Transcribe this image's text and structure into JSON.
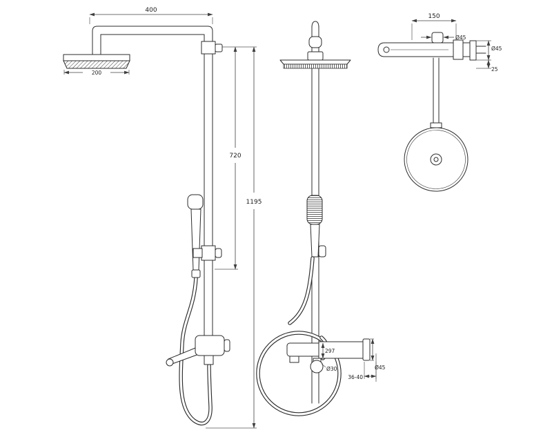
{
  "dimensions": {
    "front": {
      "arm_length": "400",
      "head_width": "200",
      "upper_column_height": "720",
      "total_height": "1195"
    },
    "side": {
      "spout_height": "297",
      "pipe_diameter": "Ø30",
      "wall_clearance": "36-40",
      "escutcheon_diameter": "Ø45"
    },
    "top": {
      "spout_length": "150",
      "diverter_diameter": "Ø45",
      "escutcheon_diameter": "Ø45",
      "escutcheon_depth": "25"
    }
  },
  "colors": {
    "line": "#2b2b2b",
    "background": "#ffffff"
  }
}
